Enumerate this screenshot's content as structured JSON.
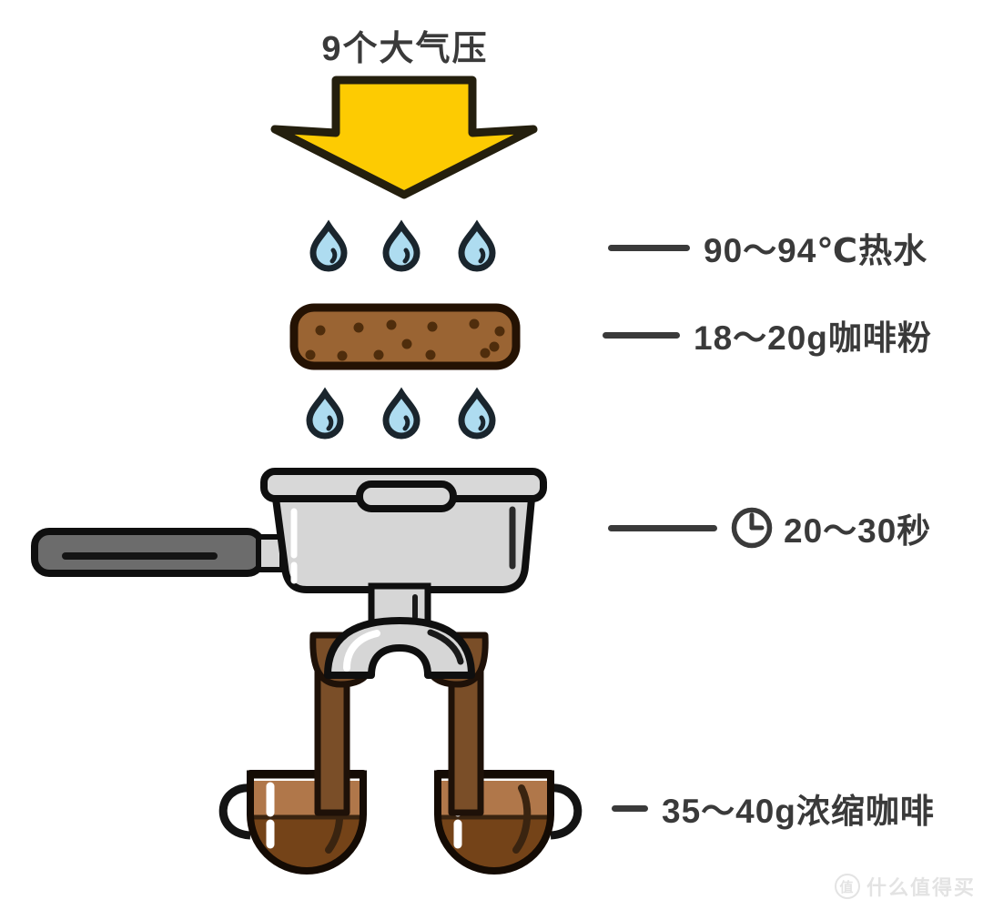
{
  "diagram": {
    "title": "9个大气压",
    "steps": [
      {
        "id": "hot-water",
        "label": "90～94℃热水"
      },
      {
        "id": "coffee-grounds",
        "label": "18～20g咖啡粉"
      },
      {
        "id": "extraction-time",
        "label": "20～30秒",
        "icon": "clock-icon"
      },
      {
        "id": "espresso-yield",
        "label": "35～40g浓缩咖啡"
      }
    ]
  },
  "watermark": {
    "badge": "值",
    "text": "什么值得买"
  },
  "colors": {
    "arrow": "#FDCB02",
    "water": "#AEDCF0",
    "grounds": "#9A6433",
    "groundsDot": "#4F2D0C",
    "metal": "#D6D6D6",
    "handleGray": "#6C6C6C",
    "stream": "#7A4E28",
    "crema": "#B0774A",
    "coffeeDark": "#744318",
    "text": "#3A3A3A"
  }
}
